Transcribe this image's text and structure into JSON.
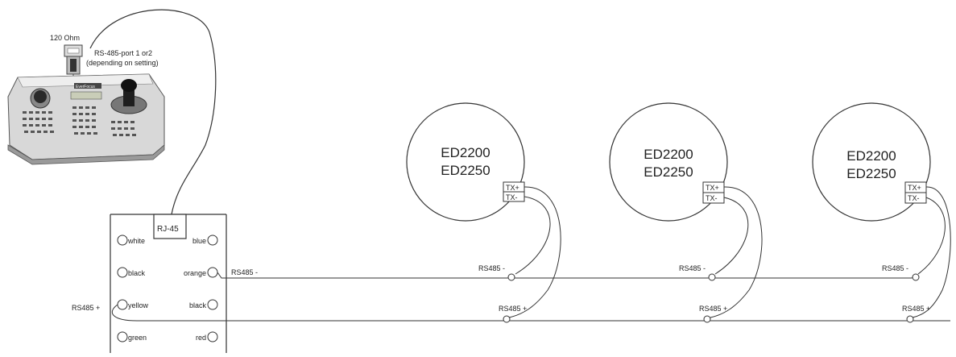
{
  "keyboard": {
    "terminator_label": "120 Ohm",
    "port_label_line1": "RS-485-port 1 or2",
    "port_label_line2": "(depending on setting)",
    "brand": "EverFocus"
  },
  "junction_box": {
    "connector_label": "RJ-45",
    "left_terminals": [
      "white",
      "black",
      "yellow",
      "green"
    ],
    "right_terminals": [
      "blue",
      "orange",
      "black",
      "red"
    ]
  },
  "bus_labels": {
    "minus": "RS485 -",
    "plus": "RS485 +"
  },
  "cameras": [
    {
      "model_line1": "ED2200",
      "model_line2": "ED2250",
      "tx_plus": "TX+",
      "tx_minus": "TX-",
      "rs_minus": "RS485 -",
      "rs_plus": "RS485 +"
    },
    {
      "model_line1": "ED2200",
      "model_line2": "ED2250",
      "tx_plus": "TX+",
      "tx_minus": "TX-",
      "rs_minus": "RS485 -",
      "rs_plus": "RS485 +"
    },
    {
      "model_line1": "ED2200",
      "model_line2": "ED2250",
      "tx_plus": "TX+",
      "tx_minus": "TX-",
      "rs_minus": "RS485 -",
      "rs_plus": "RS485 +"
    }
  ]
}
